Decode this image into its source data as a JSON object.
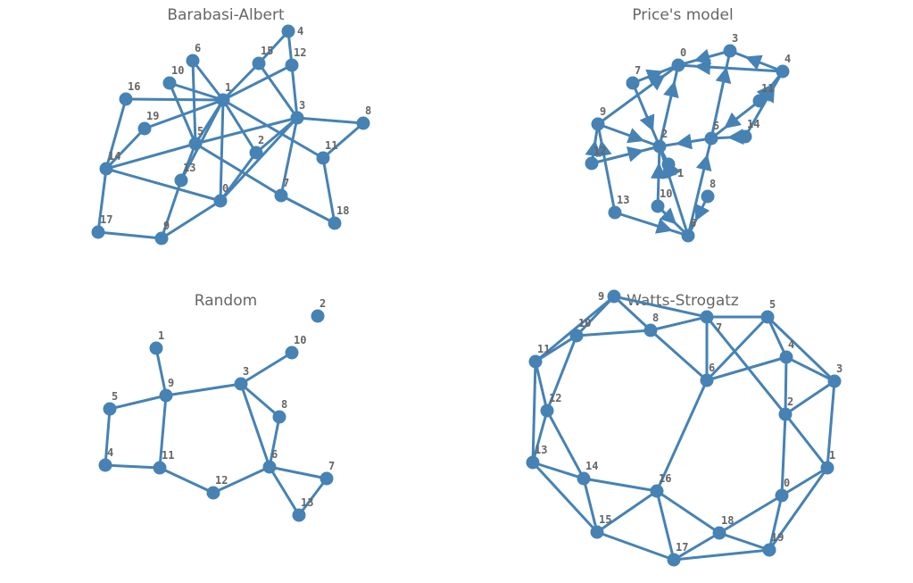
{
  "node_color": "#4682b4",
  "graphs": [
    {
      "id": "ba",
      "title": "Barabasi-Albert",
      "directed": false,
      "nodes": [
        "0",
        "1",
        "2",
        "3",
        "4",
        "5",
        "6",
        "7",
        "8",
        "9",
        "10",
        "11",
        "12",
        "13",
        "14",
        "15",
        "16",
        "17",
        "18",
        "19"
      ],
      "edges": [
        [
          4,
          15
        ],
        [
          4,
          12
        ],
        [
          15,
          1
        ],
        [
          12,
          1
        ],
        [
          15,
          3
        ],
        [
          12,
          3
        ],
        [
          6,
          1
        ],
        [
          6,
          5
        ],
        [
          10,
          1
        ],
        [
          10,
          5
        ],
        [
          16,
          1
        ],
        [
          16,
          14
        ],
        [
          19,
          1
        ],
        [
          19,
          14
        ],
        [
          1,
          5
        ],
        [
          1,
          13
        ],
        [
          5,
          13
        ],
        [
          1,
          0
        ],
        [
          1,
          2
        ],
        [
          1,
          11
        ],
        [
          3,
          8
        ],
        [
          8,
          11
        ],
        [
          11,
          18
        ],
        [
          3,
          7
        ],
        [
          3,
          5
        ],
        [
          14,
          5
        ],
        [
          3,
          2
        ],
        [
          3,
          0
        ],
        [
          2,
          0
        ],
        [
          14,
          0
        ],
        [
          14,
          17
        ],
        [
          17,
          9
        ],
        [
          9,
          13
        ],
        [
          9,
          0
        ],
        [
          5,
          7
        ],
        [
          7,
          18
        ]
      ]
    },
    {
      "id": "price",
      "title": "Price's model",
      "directed": true,
      "nodes": [
        "0",
        "1",
        "2",
        "3",
        "4",
        "5",
        "6",
        "7",
        "8",
        "9",
        "10",
        "11",
        "12",
        "13",
        "14"
      ],
      "edges": [
        [
          3,
          0
        ],
        [
          4,
          0
        ],
        [
          4,
          3
        ],
        [
          7,
          0
        ],
        [
          9,
          0
        ],
        [
          2,
          0
        ],
        [
          5,
          3
        ],
        [
          11,
          4
        ],
        [
          14,
          4
        ],
        [
          11,
          5
        ],
        [
          14,
          5
        ],
        [
          5,
          2
        ],
        [
          9,
          2
        ],
        [
          7,
          2
        ],
        [
          12,
          2
        ],
        [
          12,
          9
        ],
        [
          13,
          9
        ],
        [
          13,
          6
        ],
        [
          10,
          6
        ],
        [
          6,
          2
        ],
        [
          8,
          6
        ],
        [
          6,
          5
        ],
        [
          1,
          2
        ],
        [
          10,
          2
        ]
      ]
    },
    {
      "id": "random",
      "title": "Random",
      "directed": false,
      "nodes": [
        "1",
        "2",
        "3",
        "4",
        "5",
        "6",
        "7",
        "8",
        "9",
        "10",
        "11",
        "12",
        "13"
      ],
      "edges": [
        [
          0,
          8
        ],
        [
          4,
          8
        ],
        [
          4,
          3
        ],
        [
          3,
          10
        ],
        [
          8,
          10
        ],
        [
          8,
          2
        ],
        [
          10,
          11
        ],
        [
          11,
          5
        ],
        [
          2,
          5
        ],
        [
          2,
          7
        ],
        [
          7,
          5
        ],
        [
          2,
          9
        ],
        [
          5,
          6
        ],
        [
          5,
          12
        ],
        [
          6,
          12
        ]
      ]
    },
    {
      "id": "ws",
      "title": "Watts-Strogatz",
      "directed": false,
      "nodes": [
        "0",
        "1",
        "2",
        "3",
        "4",
        "5",
        "6",
        "7",
        "8",
        "9",
        "10",
        "11",
        "12",
        "13",
        "14",
        "15",
        "16",
        "17",
        "18",
        "19"
      ],
      "edges": [
        [
          9,
          10
        ],
        [
          9,
          11
        ],
        [
          9,
          8
        ],
        [
          9,
          7
        ],
        [
          10,
          11
        ],
        [
          10,
          8
        ],
        [
          10,
          12
        ],
        [
          11,
          12
        ],
        [
          11,
          13
        ],
        [
          12,
          13
        ],
        [
          12,
          14
        ],
        [
          13,
          14
        ],
        [
          13,
          15
        ],
        [
          14,
          15
        ],
        [
          14,
          16
        ],
        [
          15,
          16
        ],
        [
          15,
          17
        ],
        [
          16,
          17
        ],
        [
          16,
          18
        ],
        [
          16,
          6
        ],
        [
          17,
          18
        ],
        [
          17,
          19
        ],
        [
          18,
          19
        ],
        [
          18,
          0
        ],
        [
          0,
          19
        ],
        [
          0,
          1
        ],
        [
          0,
          2
        ],
        [
          1,
          19
        ],
        [
          1,
          2
        ],
        [
          1,
          3
        ],
        [
          2,
          3
        ],
        [
          2,
          4
        ],
        [
          2,
          7
        ],
        [
          3,
          4
        ],
        [
          3,
          5
        ],
        [
          4,
          5
        ],
        [
          4,
          6
        ],
        [
          5,
          6
        ],
        [
          5,
          7
        ],
        [
          7,
          6
        ],
        [
          7,
          8
        ],
        [
          8,
          6
        ]
      ]
    }
  ]
}
